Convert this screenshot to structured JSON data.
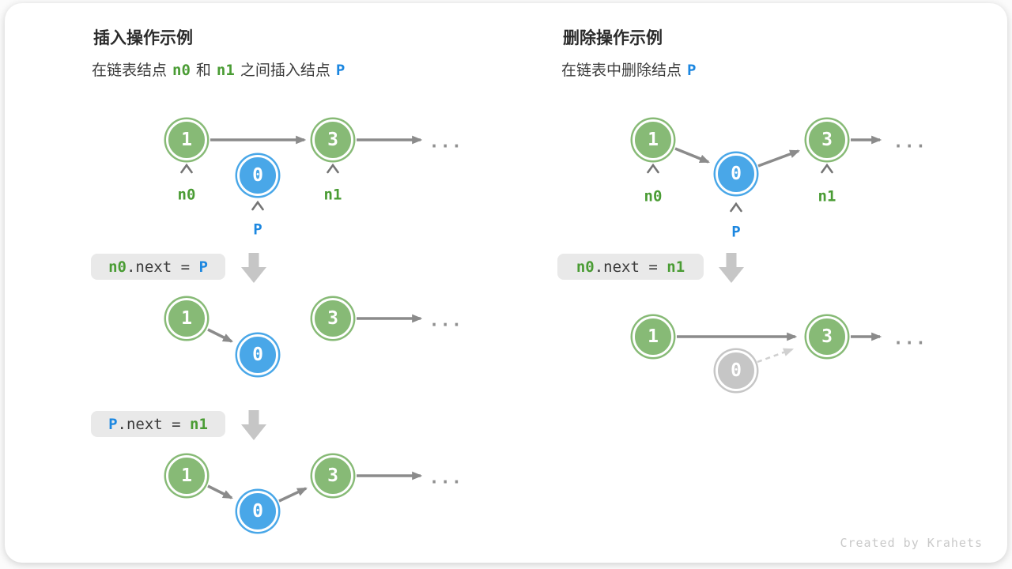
{
  "header": {
    "left": {
      "title": "插入操作示例",
      "subtitle": {
        "t1": "在链表结点",
        "n0": "n0",
        "t2": "和",
        "n1": "n1",
        "t3": "之间插入结点",
        "p": "P"
      }
    },
    "right": {
      "title": "删除操作示例",
      "subtitle": {
        "t1": "在链表中删除结点",
        "p": "P"
      }
    }
  },
  "nodes": {
    "one": "1",
    "zero": "0",
    "three": "3"
  },
  "labels": {
    "n0": "n0",
    "p": "P",
    "n1": "n1"
  },
  "codes": {
    "insert1": {
      "lhs": "n0",
      "mid": ".next = ",
      "rhs": "P"
    },
    "insert2": {
      "lhs": "P",
      "mid": ".next = ",
      "rhs": "n1"
    },
    "delete1": {
      "lhs": "n0",
      "mid": ".next = ",
      "rhs": "n1"
    }
  },
  "ellipsis": "...",
  "footer": "Created by Krahets",
  "colors": {
    "node_green": "#87ba76",
    "node_blue": "#49a7e8",
    "node_gray": "#c6c6c6",
    "text_green": "#4a9c34",
    "text_blue": "#1c87e0",
    "arrow_gray": "#8b8b8b",
    "dashed_gray": "#d0d0d0",
    "block_arrow_gray": "#c6c6c6",
    "code_bg": "#e9e9e9"
  }
}
